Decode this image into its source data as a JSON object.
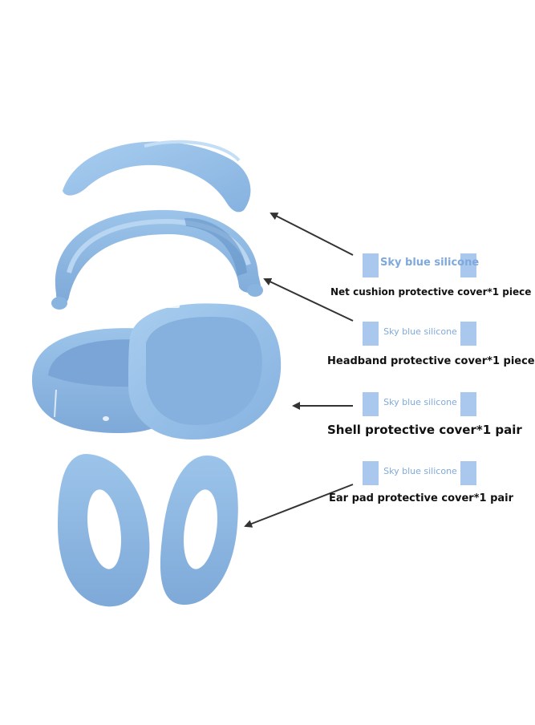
{
  "product": {
    "color_name": "Sky blue silicone",
    "colors": {
      "silicone": "#9ec6ea",
      "silicone_dark": "#7eaad8",
      "swatch": "#aac8ee",
      "swatch_text": "#7fa9dc",
      "arrow": "#333333"
    }
  },
  "items": [
    {
      "swatch_text": "Sky blue silicone",
      "label": "Net cushion protective cover*1 piece",
      "icon": "arrow-left-icon"
    },
    {
      "swatch_text": "Sky blue silicone",
      "label": "Headband protective cover*1 piece",
      "icon": "arrow-left-icon"
    },
    {
      "swatch_text": "Sky blue silicone",
      "label": "Shell protective cover*1 pair",
      "icon": "arrow-left-icon"
    },
    {
      "swatch_text": "Sky blue silicone",
      "label": "Ear pad protective cover*1 pair",
      "icon": "arrow-left-icon"
    }
  ]
}
